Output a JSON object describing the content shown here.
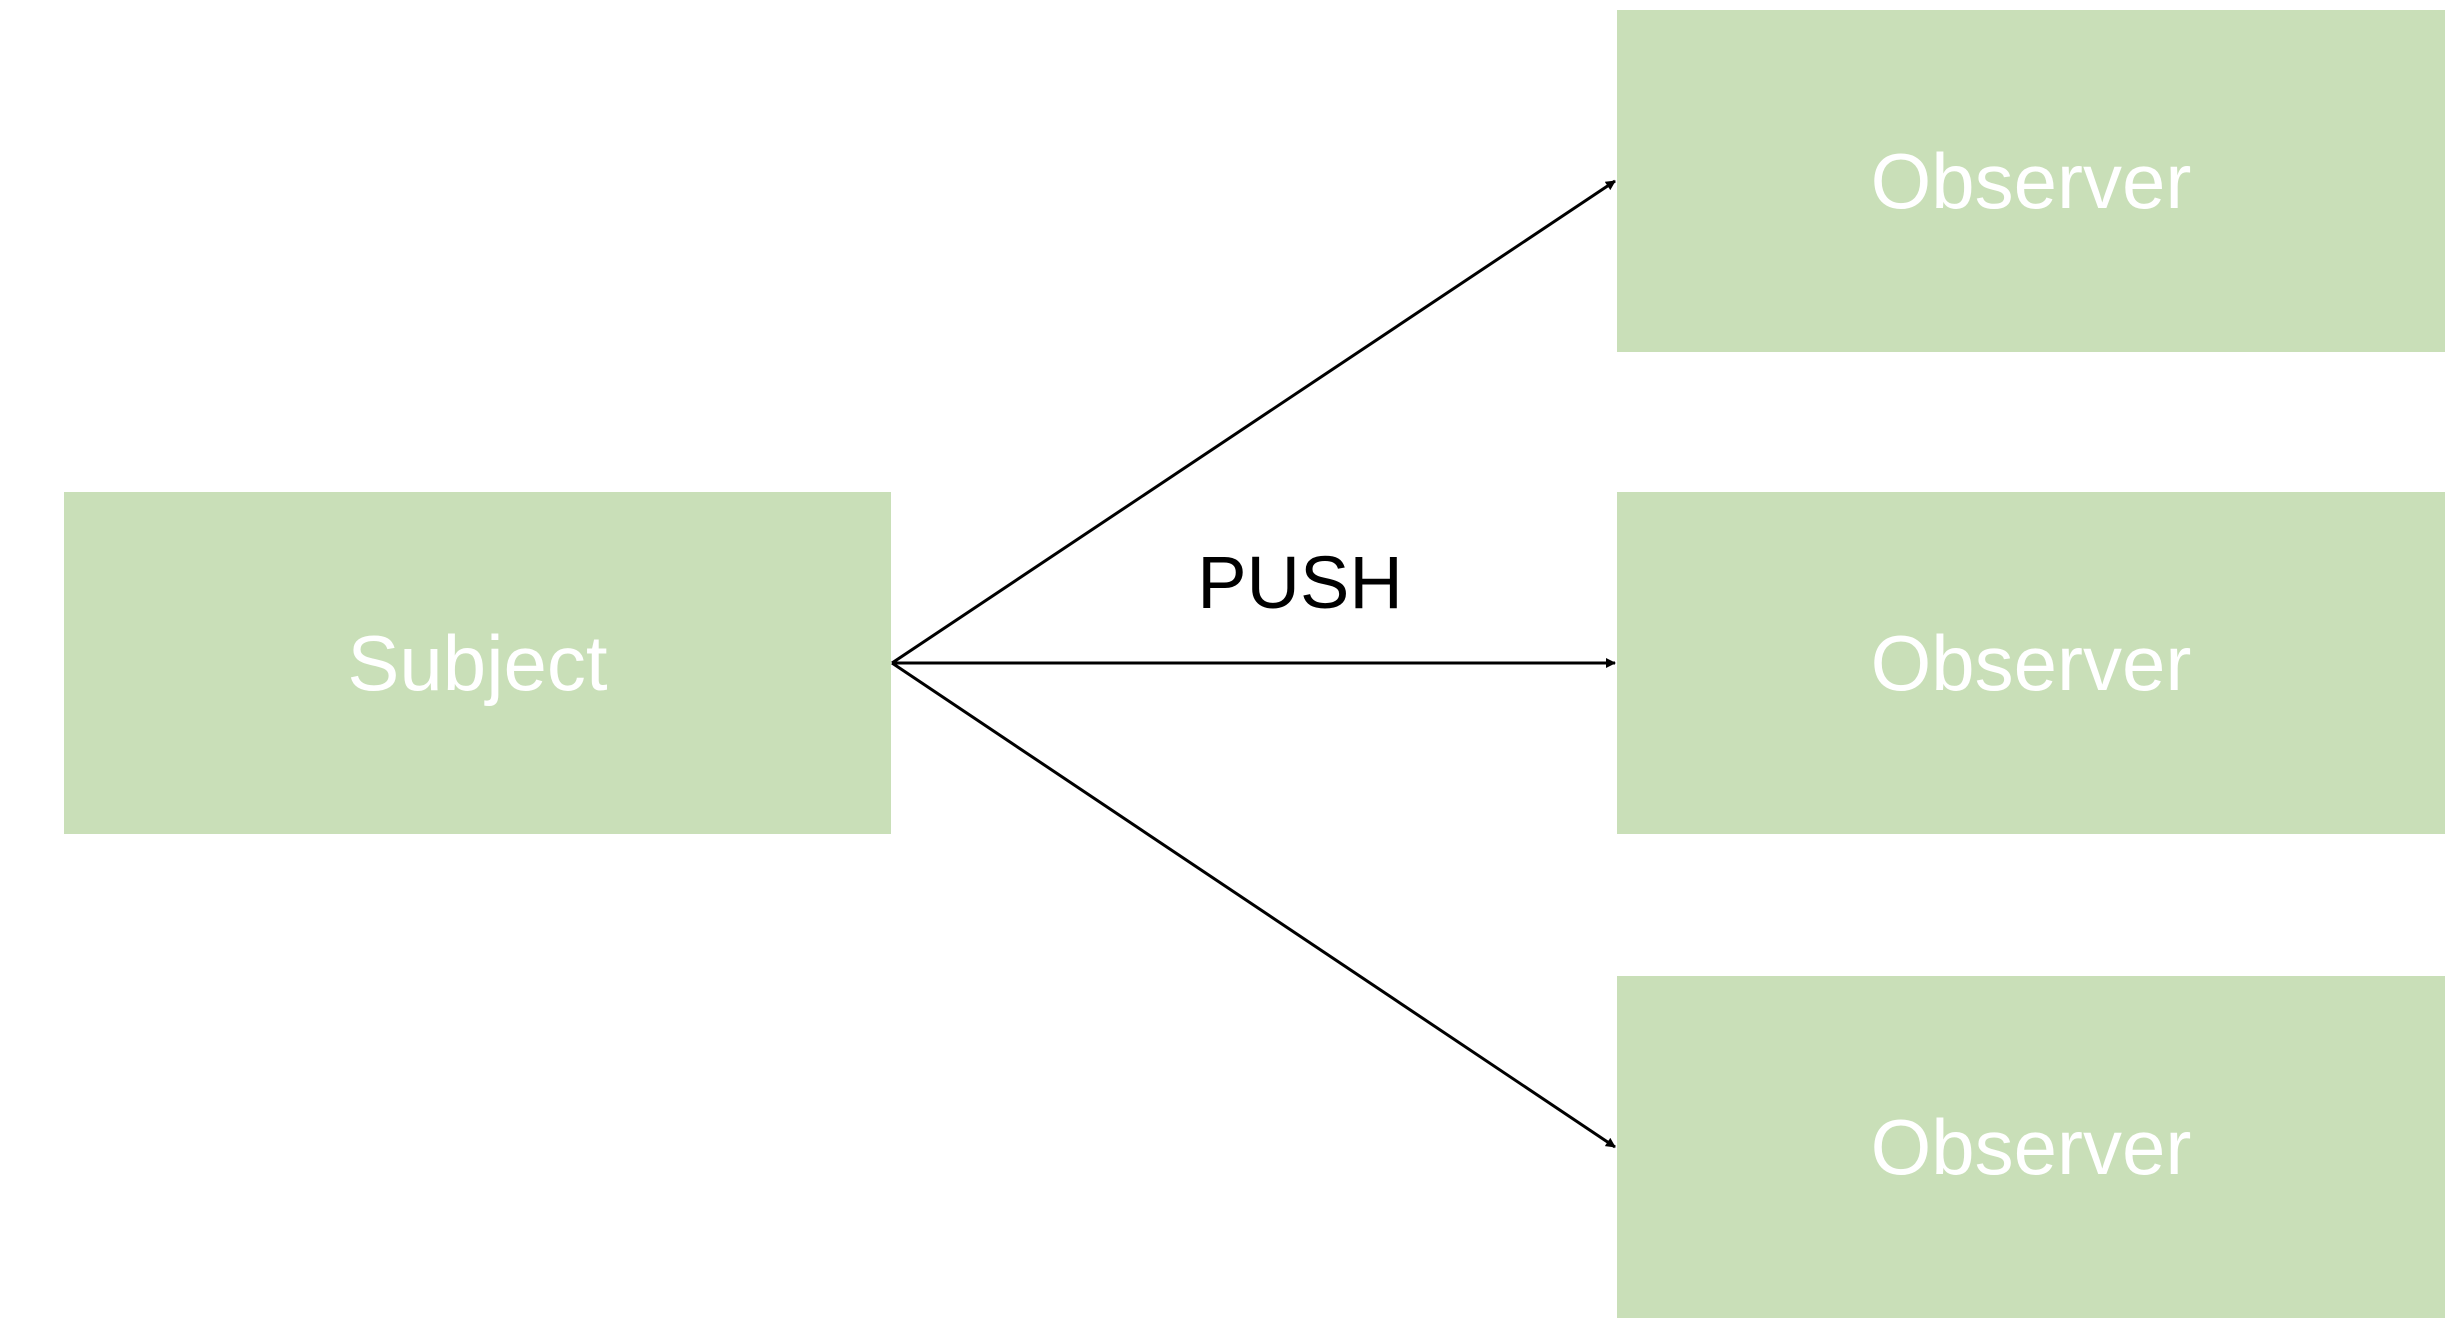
{
  "colors": {
    "box_fill": "#c9dfb8",
    "box_text": "#ffffff",
    "arrow": "#000000",
    "label": "#000000",
    "background": "#ffffff"
  },
  "subject": {
    "label": "Subject"
  },
  "observers": [
    {
      "label": "Observer"
    },
    {
      "label": "Observer"
    },
    {
      "label": "Observer"
    }
  ],
  "edge_label": "PUSH"
}
